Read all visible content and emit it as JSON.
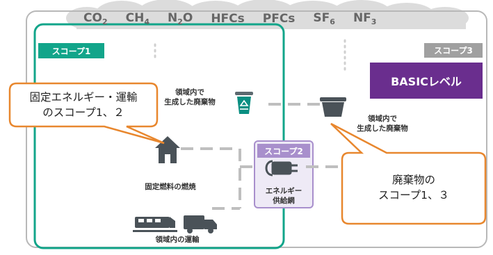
{
  "gases": [
    {
      "base": "CO",
      "sub": "2"
    },
    {
      "base": "CH",
      "sub": "4"
    },
    {
      "base": "N",
      "sub": "2",
      "tail": "O"
    },
    {
      "base": "HFCs",
      "sub": ""
    },
    {
      "base": "PFCs",
      "sub": ""
    },
    {
      "base": "SF",
      "sub": "6"
    },
    {
      "base": "NF",
      "sub": "3"
    }
  ],
  "badges": {
    "scope1": "スコープ1",
    "scope2": "スコープ2",
    "scope3": "スコープ3"
  },
  "basic_level": "BASICレベル",
  "labels": {
    "waste_in_territory_left": "領域内で\n生成した廃棄物",
    "waste_in_territory_right": "領域内で\n生成した廃棄物",
    "stationary_fuel": "固定燃料の燃焼",
    "energy_grid": "エネルギー\n供給網",
    "transport": "領域内の運輸"
  },
  "callouts": {
    "energy_transport": "固定エネルギー・運輸\nのスコープ1、２",
    "waste": "廃棄物の\nスコープ1、３"
  },
  "colors": {
    "scope1": "#12a58a",
    "scope2": "#a88fcc",
    "scope3": "#a0a0a0",
    "basic": "#6a2e8e",
    "callout_border": "#e8872e",
    "icon": "#4a5258",
    "recycle_bin": "#0a8f82"
  },
  "icons": [
    "recycle-bin-icon",
    "trash-bin-icon",
    "house-icon",
    "plug-icon",
    "train-icon",
    "truck-icon"
  ]
}
